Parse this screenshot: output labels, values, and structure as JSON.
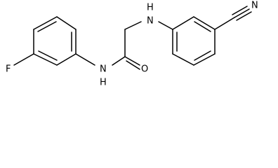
{
  "molecule": {
    "atoms": {
      "fluorine": "F",
      "amide_nitrogen": "N",
      "amide_hydrogen": "H",
      "carbonyl_oxygen": "O",
      "amine_nitrogen": "N",
      "amine_hydrogen": "H",
      "nitrile_nitrogen": "N"
    },
    "colors": {
      "bond": "#000000",
      "label": "#000000",
      "background": "#ffffff"
    }
  }
}
